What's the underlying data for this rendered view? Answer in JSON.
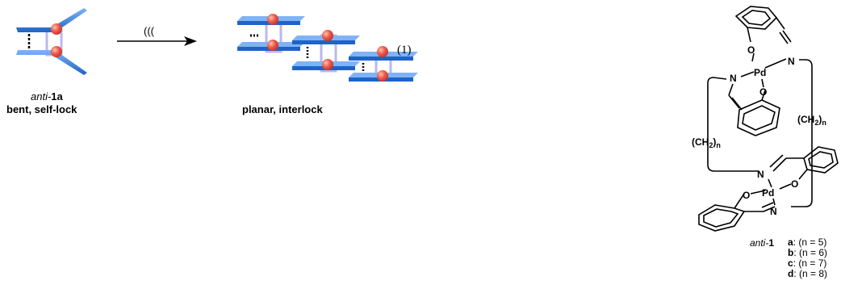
{
  "reactant": {
    "name_italic": "anti-",
    "name_bold": "1a",
    "description": "bent, self-lock"
  },
  "arrow_label": "(((",
  "product": {
    "description": "planar, interlock",
    "equation_number": "(1)"
  },
  "structure": {
    "atoms": {
      "pd": "Pd",
      "n": "N",
      "o": "O"
    },
    "linker": "(CH2)n",
    "linker_main": "(CH",
    "linker_sub2": "2",
    "linker_close": ")",
    "linker_subn": "n"
  },
  "compound_list": {
    "prefix_italic": "anti-",
    "prefix_bold": "1",
    "entries": [
      {
        "letter": "a",
        "text": ": (n = 5)"
      },
      {
        "letter": "b",
        "text": ": (n = 6)"
      },
      {
        "letter": "c",
        "text": ": (n = 7)"
      },
      {
        "letter": "d",
        "text": ": (n = 8)"
      }
    ]
  },
  "colors": {
    "blue_bar": "#2f7de0",
    "blue_bar_light": "#7fb3f5",
    "red_sphere": "#ee5a4a",
    "link": "#a9a6e6"
  }
}
